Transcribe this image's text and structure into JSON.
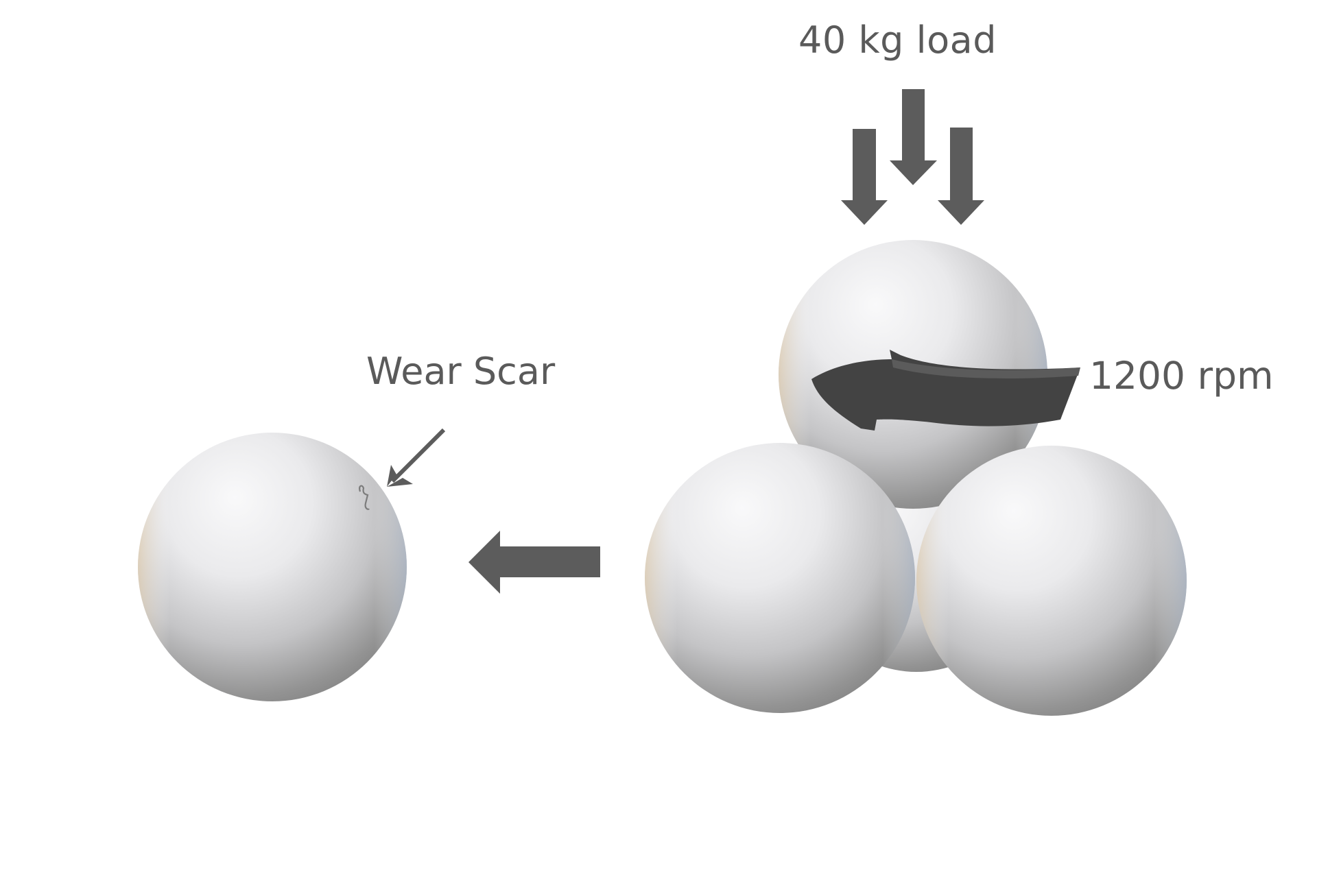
{
  "labels": {
    "load": "40 kg load",
    "speed": "1200 rpm",
    "wear_scar": "Wear Scar"
  },
  "colors": {
    "arrow": "#5c5c5c",
    "rotation_arrow": "#424242",
    "text": "#5a5a5a",
    "ball_highlight": "#f8f8f8",
    "ball_shadow": "#7d7d7d",
    "background": "#ffffff"
  },
  "icons": {
    "load_arrows": "down-arrow-icon",
    "rotation": "curved-arrow-icon",
    "transition": "left-arrow-icon",
    "scar_pointer": "diagonal-arrow-icon"
  }
}
